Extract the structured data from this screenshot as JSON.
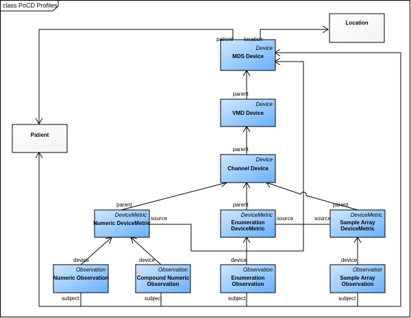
{
  "frame": {
    "title": "class PoCD Profiles"
  },
  "classes": {
    "mds": {
      "stereotype": "Device",
      "name": [
        "MDS Device"
      ]
    },
    "location": {
      "stereotype": "",
      "name": [
        "Location"
      ]
    },
    "vmd": {
      "stereotype": "Device",
      "name": [
        "VMD Device"
      ]
    },
    "patient": {
      "stereotype": "",
      "name": [
        "Patient"
      ]
    },
    "channel": {
      "stereotype": "Device",
      "name": [
        "Channel Device"
      ]
    },
    "numeric_metric": {
      "stereotype": "DeviceMetric",
      "name": [
        "Numeric DeviceMetric"
      ]
    },
    "enum_metric": {
      "stereotype": "DeviceMetric",
      "name": [
        "Enumeration",
        "DeviceMetric"
      ]
    },
    "sample_metric": {
      "stereotype": "DeviceMetric",
      "name": [
        "Sample Array",
        "DeviceMetric"
      ]
    },
    "numeric_obs": {
      "stereotype": "Observation",
      "name": [
        "Numeric Observation"
      ]
    },
    "compound_obs": {
      "stereotype": "Observation",
      "name": [
        "Compound Numeric",
        "Observation"
      ]
    },
    "enum_obs": {
      "stereotype": "Observation",
      "name": [
        "Enumeration",
        "Observation"
      ]
    },
    "sample_obs": {
      "stereotype": "Observation",
      "name": [
        "Sample Array",
        "Observation"
      ]
    }
  },
  "roles": {
    "mds_patient": "patient",
    "mds_location": "location",
    "vmd_parent": "parent",
    "channel_parent": "parent",
    "numeric_parent": "parent",
    "enum_parent": "parent",
    "sample_parent": "parent",
    "numeric_source": "source",
    "sample_source": "source",
    "numeric_obs_device": "device",
    "compound_obs_device": "device",
    "enum_obs_device": "device",
    "sample_obs_device": "device",
    "numeric_obs_subject": "subject",
    "compound_obs_subject": "subject",
    "enum_obs_subject": "subject",
    "sample_obs_subject": "subject"
  }
}
